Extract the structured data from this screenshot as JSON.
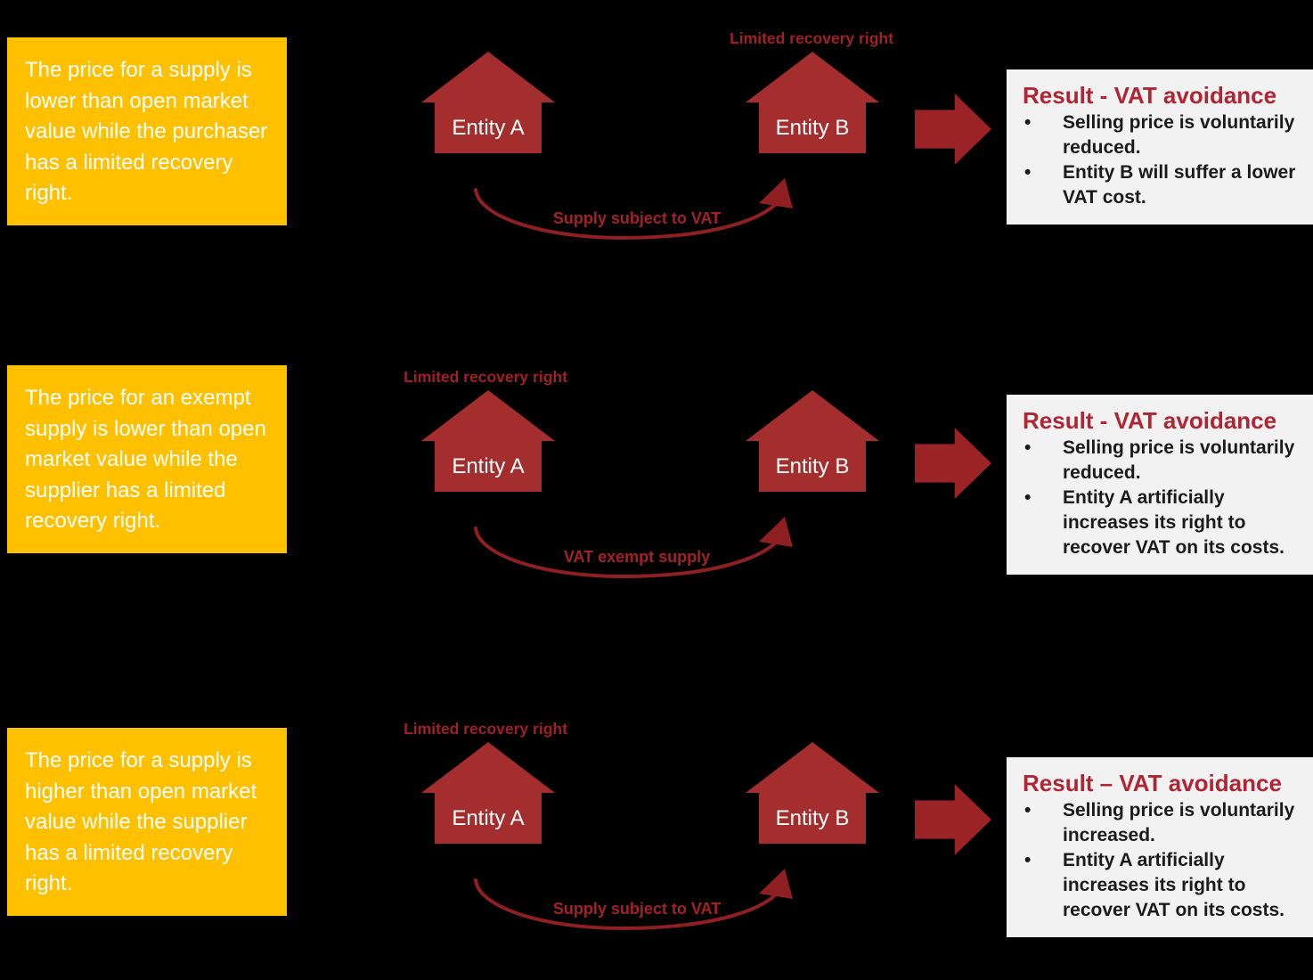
{
  "colors": {
    "bg": "#000000",
    "note-yellow": "#FFC000",
    "house-red": "#A42D2D",
    "block-arrow-red": "#9B2225",
    "curve-red": "#8E1F23",
    "label-red": "#9E2125",
    "supply-red": "#A22227",
    "result-bg": "#F2F2F2",
    "result-title-red": "#AF2533",
    "result-text": "#1B1B1B"
  },
  "scenarios": [
    {
      "description": "The price for a supply is lower than open market value while the purchaser has a limited recovery right.",
      "recovery_label": "Limited recovery right",
      "recovery_label_on": "entity-b",
      "entity_a": "Entity A",
      "entity_b": "Entity B",
      "supply_label": "Supply subject to VAT",
      "result": {
        "title": "Result - VAT avoidance",
        "bullets": [
          "Selling price is voluntarily reduced.",
          "Entity B will suffer a lower VAT cost."
        ]
      }
    },
    {
      "description": "The price for an exempt supply is lower than open market value while the supplier has a limited recovery right.",
      "recovery_label": "Limited recovery right",
      "recovery_label_on": "entity-a",
      "entity_a": "Entity A",
      "entity_b": "Entity B",
      "supply_label": "VAT exempt supply",
      "result": {
        "title": "Result - VAT avoidance",
        "bullets": [
          "Selling price is voluntarily reduced.",
          "Entity A artificially increases its right to recover VAT on its costs."
        ]
      }
    },
    {
      "description": "The price for a supply is higher than open market value while the supplier has a limited recovery right.",
      "recovery_label": "Limited recovery right",
      "recovery_label_on": "entity-a",
      "entity_a": "Entity A",
      "entity_b": "Entity B",
      "supply_label": "Supply subject to VAT",
      "result": {
        "title": "Result – VAT avoidance",
        "bullets": [
          "Selling price is voluntarily increased.",
          "Entity A artificially increases its right to recover VAT on its costs."
        ]
      }
    }
  ]
}
